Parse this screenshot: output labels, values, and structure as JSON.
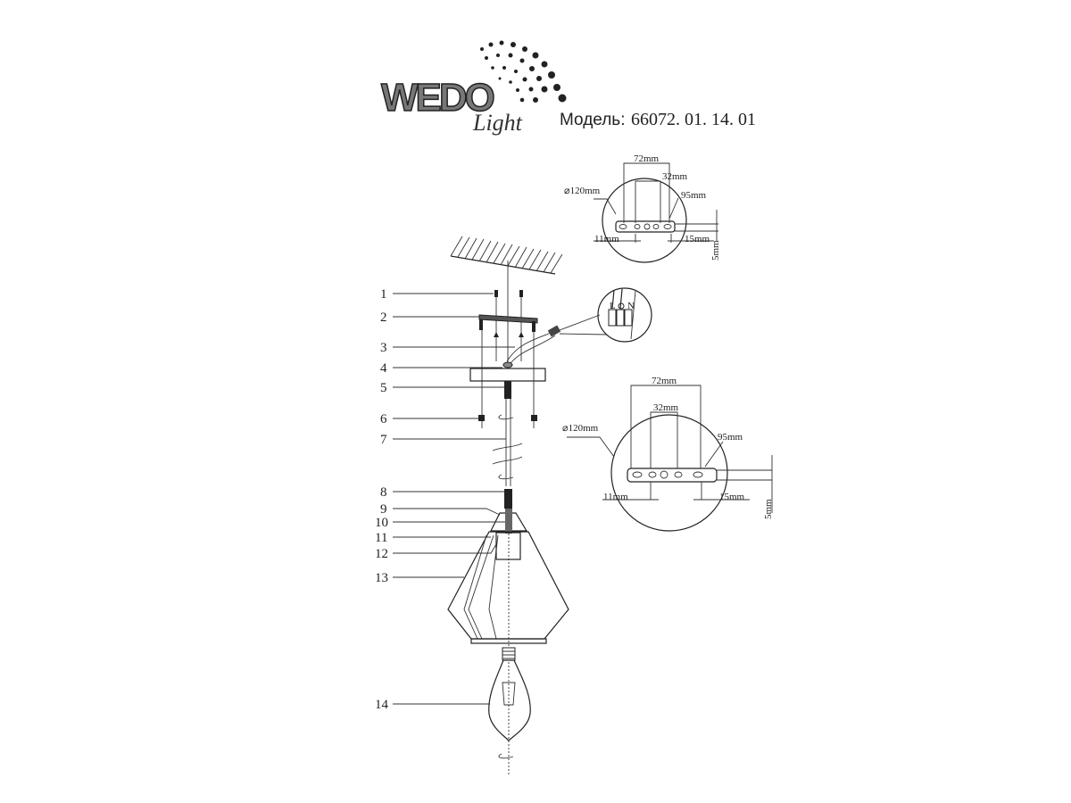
{
  "header": {
    "logo_main": "WEDO",
    "logo_script": "Light",
    "model_label": "Модель:",
    "model_number": "66072. 01. 14. 01"
  },
  "parts": [
    "1",
    "2",
    "3",
    "4",
    "5",
    "6",
    "7",
    "8",
    "9",
    "10",
    "11",
    "12",
    "13",
    "14"
  ],
  "mount_detail_small": {
    "width": "72mm",
    "spacing": "32mm",
    "diameter": "⌀120mm",
    "slot": "95mm",
    "left": "11mm",
    "right": "15mm",
    "thickness": "5mm"
  },
  "mount_detail_large": {
    "width": "72mm",
    "spacing": "32mm",
    "diameter": "⌀120mm",
    "slot": "95mm",
    "left": "11mm",
    "right": "15mm",
    "thickness": "5mm"
  },
  "wiring": {
    "live": "L",
    "neutral": "N"
  }
}
